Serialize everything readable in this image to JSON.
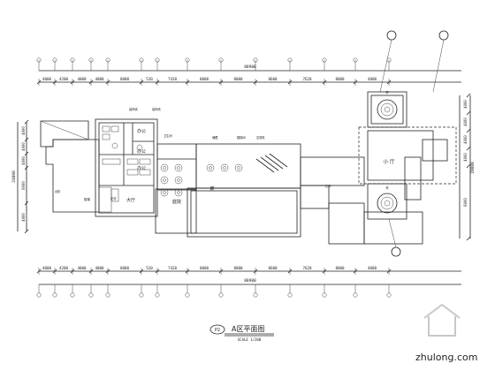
{
  "title": {
    "drawing_no": "P2",
    "name": "A区平面图",
    "scale": "SCALE 1/200"
  },
  "dims": {
    "top_total": "88900",
    "bottom_total": "88900",
    "top_segments": [
      "4000",
      "4200",
      "4000",
      "4000",
      "8000",
      "520",
      "7420",
      "8000",
      "8000",
      "8600",
      "7620",
      "8000",
      "4000"
    ],
    "bottom_segments": [
      "4000",
      "4200",
      "4000",
      "4000",
      "8000",
      "520",
      "7420",
      "8000",
      "8000",
      "8600",
      "7620",
      "8000",
      "4000"
    ],
    "left_segments": [
      "4000",
      "4000",
      "4000",
      "8000",
      "4000"
    ],
    "left_total": "24000",
    "right_segments": [
      "4000",
      "4000",
      "4000",
      "4000",
      "8000"
    ],
    "right_total": "28000"
  },
  "labels": {
    "pavilion_top": "亭",
    "pavilion_mid": "小 厅",
    "pavilion_bottom": "亭",
    "office_1": "办公",
    "office_2": "办公",
    "office_3": "办公",
    "hall": "大厅",
    "corridor": "廊",
    "stair_note": "楼梯",
    "courtyard": "庭院",
    "note_1": "装饰墙",
    "note_2": "装饰墙",
    "note_3": "卫生间",
    "note_4": "储藏",
    "note_5": "楼梯间",
    "note_6": "空调机",
    "note_7": "花池",
    "note_8": "台阶",
    "note_9": "栏杆"
  },
  "watermark": "zhulong.com"
}
